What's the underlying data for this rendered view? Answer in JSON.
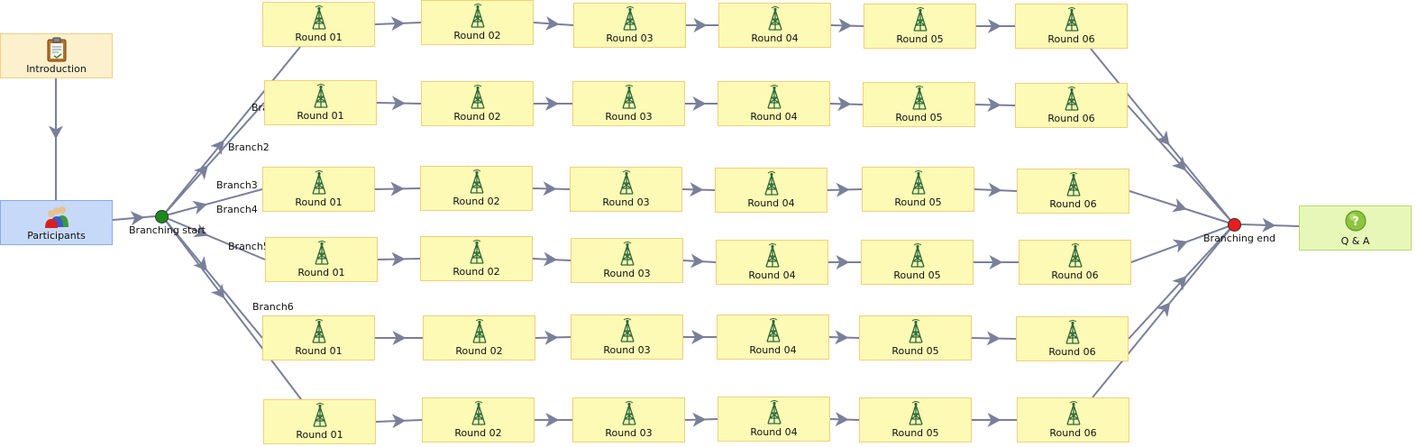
{
  "intro": {
    "label": "Introduction",
    "icon": "clipboard-icon"
  },
  "participants": {
    "label": "Participants",
    "icon": "people-icon"
  },
  "branching_start": {
    "label": "Branching start",
    "color": "#1a8a1a"
  },
  "branching_end": {
    "label": "Branching end",
    "color": "#e81c1c"
  },
  "qa": {
    "label": "Q & A",
    "icon": "question-icon"
  },
  "round_icon": "tower-icon",
  "branches": [
    {
      "label": "Bra",
      "rounds": [
        "Round 01",
        "Round 02",
        "Round 03",
        "Round 04",
        "Round 05",
        "Round 06"
      ]
    },
    {
      "label": "Branch2",
      "rounds": [
        "Round 01",
        "Round 02",
        "Round 03",
        "Round 04",
        "Round 05",
        "Round 06"
      ]
    },
    {
      "label": "Branch3",
      "rounds": [
        "Round 01",
        "Round 02",
        "Round 03",
        "Round 04",
        "Round 05",
        "Round 06"
      ]
    },
    {
      "label": "Branch4",
      "rounds": [
        "Round 01",
        "Round 02",
        "Round 03",
        "Round 04",
        "Round 05",
        "Round 06"
      ]
    },
    {
      "label": "Branch5",
      "rounds": [
        "Round 01",
        "Round 02",
        "Round 03",
        "Round 04",
        "Round 05",
        "Round 06"
      ]
    },
    {
      "label": "Branch6",
      "rounds": [
        "Round 01",
        "Round 02",
        "Round 03",
        "Round 04",
        "Round 05",
        "Round 06"
      ]
    }
  ],
  "colors": {
    "edge": "#7a7f9a",
    "round_fill": "#fdfab5",
    "round_border": "#f2cf7a"
  }
}
